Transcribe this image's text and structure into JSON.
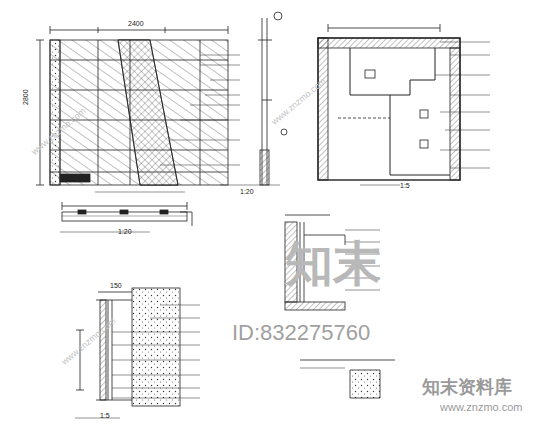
{
  "diagram": {
    "labels": [
      "2400",
      "2800",
      "1:20",
      "1:20",
      "1:5",
      "1:5",
      "150",
      "知末",
      "ID:832275760",
      "知末资料库",
      "www.znzmo.com",
      "www.znzmo.com",
      "www.znzmo.com",
      "www.znzmo.com"
    ]
  }
}
